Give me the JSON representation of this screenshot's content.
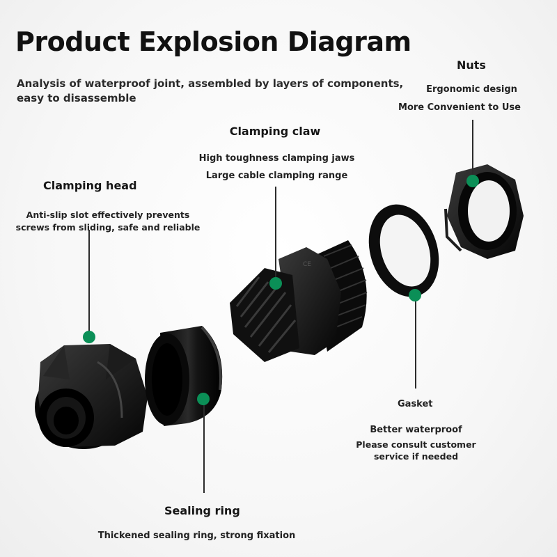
{
  "title": "Product Explosion Diagram",
  "subtitle": "Analysis of waterproof joint, assembled by layers of components, easy to disassemble",
  "colors": {
    "marker": "#0b8f57",
    "part": "#0e0e0e",
    "text": "#1a1a1a"
  },
  "components": {
    "nuts": {
      "name": "Nuts",
      "line1": "Ergonomic design",
      "line2": "More Convenient to Use"
    },
    "claw": {
      "name": "Clamping claw",
      "line1": "High toughness clamping jaws",
      "line2": "Large cable clamping range"
    },
    "head": {
      "name": "Clamping head",
      "line1": "Anti-slip slot effectively prevents",
      "line2": "screws from sliding, safe and reliable"
    },
    "gasket": {
      "name": "Gasket",
      "line1": "Better waterproof",
      "line2": "Please consult customer service if needed"
    },
    "seal": {
      "name": "Sealing ring",
      "line1": "Thickened sealing ring, strong fixation"
    }
  }
}
